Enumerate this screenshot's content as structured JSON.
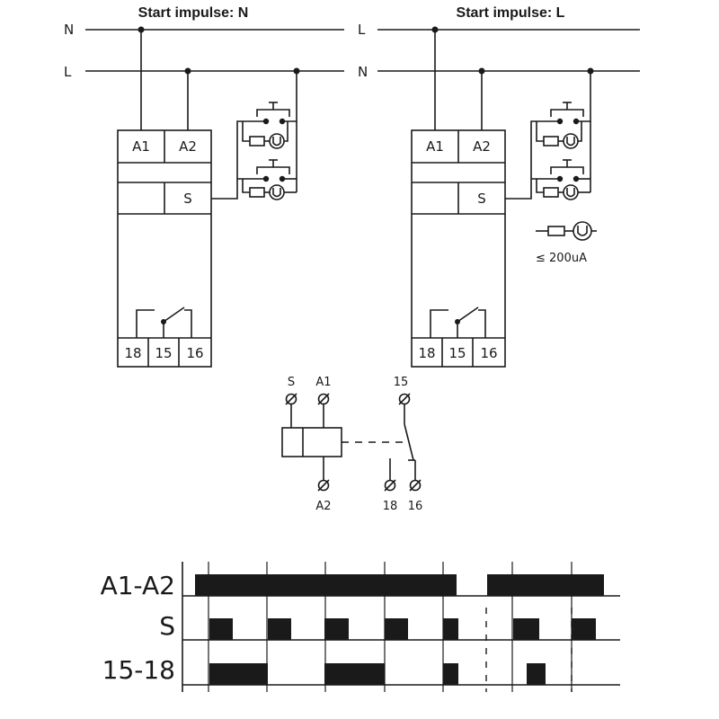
{
  "left_circuit": {
    "title": "Start impulse: N",
    "rail_top": "N",
    "rail_bottom": "L",
    "terminals": {
      "a1": "A1",
      "a2": "A2",
      "s": "S",
      "t18": "18",
      "t15": "15",
      "t16": "16"
    }
  },
  "right_circuit": {
    "title": "Start impulse: L",
    "rail_top": "L",
    "rail_bottom": "N",
    "terminals": {
      "a1": "A1",
      "a2": "A2",
      "s": "S",
      "t18": "18",
      "t15": "15",
      "t16": "16"
    },
    "glow_lamp_note": "≤ 200uA"
  },
  "schematic": {
    "s": "S",
    "a1": "A1",
    "a2": "A2",
    "t15": "15",
    "t18": "18",
    "t16": "16"
  },
  "timing": {
    "rows": [
      {
        "label": "A1-A2",
        "pulses": [
          [
            217,
            508
          ],
          [
            542,
            672
          ]
        ]
      },
      {
        "label": "S",
        "pulses": [
          [
            233,
            259
          ],
          [
            298,
            324
          ],
          [
            361,
            388
          ],
          [
            428,
            454
          ],
          [
            493,
            510
          ],
          [
            571,
            600
          ],
          [
            636,
            663
          ]
        ]
      },
      {
        "label": "15-18",
        "pulses": [
          [
            233,
            298
          ],
          [
            361,
            428
          ],
          [
            493,
            510
          ],
          [
            586,
            607
          ]
        ]
      }
    ],
    "tick_x": [
      232,
      297,
      362,
      428,
      493,
      570,
      636
    ],
    "dashed_x": [
      541,
      636
    ]
  },
  "colors": {
    "ink": "#1a1a1a",
    "background": "#ffffff"
  }
}
